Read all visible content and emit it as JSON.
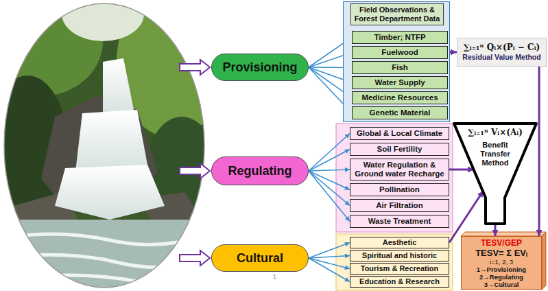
{
  "diagram": {
    "nodes": [
      {
        "text": [
          "Provisioning"
        ]
      },
      {
        "text": [
          "Field Observations & Forest Department Data"
        ]
      },
      {
        "text": [
          "Timber; NTFP"
        ],
        "in": 1
      },
      {
        "text": [
          "Fuelwood"
        ],
        "in": 1
      },
      {
        "text": [
          "Fish"
        ],
        "in": 1
      },
      {
        "text": [
          "Water Supply"
        ],
        "in": 1
      },
      {
        "text": [
          "Medicine Resources"
        ],
        "in": 1
      },
      {
        "text": [
          "Genetic Material"
        ],
        "in": 1
      },
      {
        "text": [
          "∑ᵢ₌₁ⁿ Qᵢ×(Pᵢ − Cᵢ)",
          "Residual Value Method"
        ]
      },
      {
        "text": [
          "Regulating"
        ]
      },
      {
        "text": [
          "Global & Local Climate"
        ]
      },
      {
        "text": [
          "Soil Fertility"
        ]
      },
      {
        "text": [
          "Water Regulation & Ground water Recharge"
        ]
      },
      {
        "text": [
          "Pollination"
        ]
      },
      {
        "text": [
          "Air Filtration"
        ]
      },
      {
        "text": [
          "Waste Treatment"
        ]
      },
      {
        "text": [
          "∑ᵢ₌₁ⁿ Vᵢ×(Aᵢ)",
          "Benefit Transfer Method"
        ]
      },
      {
        "text": [
          "Cultural"
        ]
      },
      {
        "text": [
          "Aesthetic"
        ]
      },
      {
        "text": [
          "Spiritual and historic"
        ]
      },
      {
        "text": [
          "Tourism & Recreation"
        ]
      },
      {
        "text": [
          "Education & Research"
        ]
      },
      {
        "text": [
          "TESV/GEP",
          "TESV= Σ EVᵢ",
          "i=1, 2, 3",
          "1→Provisioning",
          "2→Regulating",
          "3→Cultural"
        ]
      }
    ],
    "edges": [
      {
        "from": 0,
        "to": 2,
        "arrow": "to"
      },
      {
        "from": 0,
        "to": 3,
        "arrow": "to"
      },
      {
        "from": 0,
        "to": 4,
        "arrow": "to"
      },
      {
        "from": 0,
        "to": 5,
        "arrow": "to"
      },
      {
        "from": 0,
        "to": 6,
        "arrow": "to"
      },
      {
        "from": 0,
        "to": 7,
        "arrow": "to"
      },
      {
        "from": 1,
        "to": 8,
        "arrow": "to"
      },
      {
        "from": 8,
        "to": 22,
        "arrow": "to"
      },
      {
        "from": 9,
        "to": 10,
        "arrow": "to"
      },
      {
        "from": 9,
        "to": 11,
        "arrow": "to"
      },
      {
        "from": 9,
        "to": 12,
        "arrow": "to"
      },
      {
        "from": 9,
        "to": 13,
        "arrow": "to"
      },
      {
        "from": 9,
        "to": 14,
        "arrow": "to"
      },
      {
        "from": 9,
        "to": 15,
        "arrow": "to"
      },
      {
        "from": 12,
        "to": 16,
        "arrow": "to"
      },
      {
        "from": 18,
        "to": 16,
        "arrow": "to"
      },
      {
        "from": 16,
        "to": 22,
        "arrow": "to"
      },
      {
        "from": 17,
        "to": 18,
        "arrow": "to"
      },
      {
        "from": 17,
        "to": 19,
        "arrow": "to"
      },
      {
        "from": 17,
        "to": 20,
        "arrow": "to"
      },
      {
        "from": 17,
        "to": 21,
        "arrow": "to"
      }
    ],
    "labels": [
      "1"
    ]
  }
}
